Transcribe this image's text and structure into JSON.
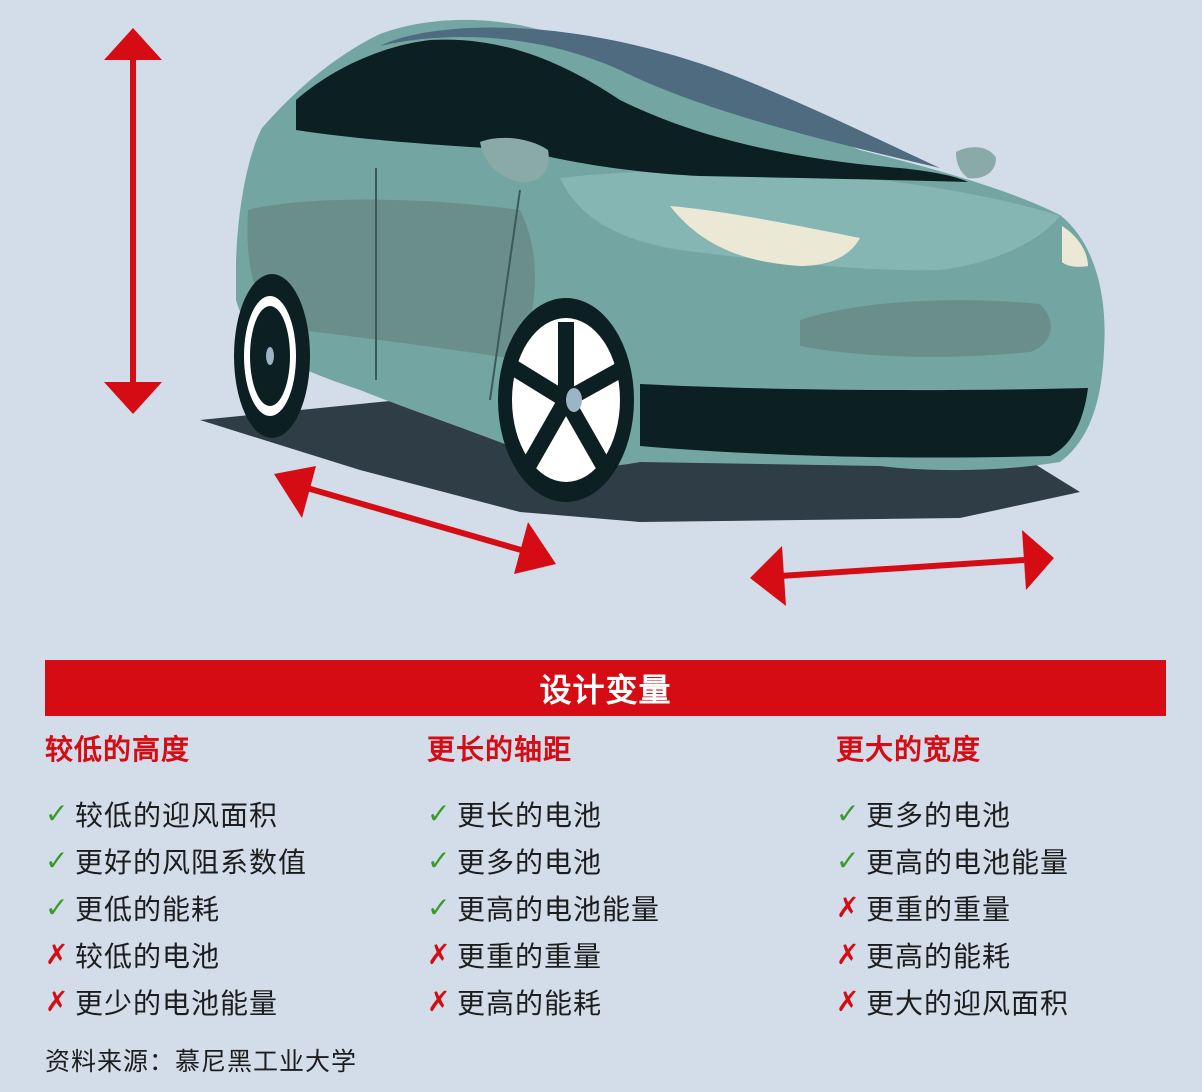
{
  "colors": {
    "background": "#d3dde9",
    "accent_red": "#d60c14",
    "check_green": "#3a9a2b",
    "cross_red": "#d60c14",
    "car_body": "#73a6a3",
    "car_dark": "#0c1f22"
  },
  "illustration": {
    "subject": "car-illustration",
    "arrows": [
      "height-arrow",
      "wheelbase-arrow",
      "width-arrow"
    ]
  },
  "banner": {
    "title": "设计变量"
  },
  "columns": [
    {
      "heading": "较低的高度",
      "items": [
        {
          "status": "pro",
          "icon": "check-icon",
          "symbol": "✓",
          "text": "较低的迎风面积"
        },
        {
          "status": "pro",
          "icon": "check-icon",
          "symbol": "✓",
          "text": "更好的风阻系数值"
        },
        {
          "status": "pro",
          "icon": "check-icon",
          "symbol": "✓",
          "text": "更低的能耗"
        },
        {
          "status": "con",
          "icon": "cross-icon",
          "symbol": "✗",
          "text": "较低的电池"
        },
        {
          "status": "con",
          "icon": "cross-icon",
          "symbol": "✗",
          "text": "更少的电池能量"
        }
      ]
    },
    {
      "heading": "更长的轴距",
      "items": [
        {
          "status": "pro",
          "icon": "check-icon",
          "symbol": "✓",
          "text": "更长的电池"
        },
        {
          "status": "pro",
          "icon": "check-icon",
          "symbol": "✓",
          "text": "更多的电池"
        },
        {
          "status": "pro",
          "icon": "check-icon",
          "symbol": "✓",
          "text": "更高的电池能量"
        },
        {
          "status": "con",
          "icon": "cross-icon",
          "symbol": "✗",
          "text": "更重的重量"
        },
        {
          "status": "con",
          "icon": "cross-icon",
          "symbol": "✗",
          "text": "更高的能耗"
        }
      ]
    },
    {
      "heading": "更大的宽度",
      "items": [
        {
          "status": "pro",
          "icon": "check-icon",
          "symbol": "✓",
          "text": "更多的电池"
        },
        {
          "status": "pro",
          "icon": "check-icon",
          "symbol": "✓",
          "text": "更高的电池能量"
        },
        {
          "status": "con",
          "icon": "cross-icon",
          "symbol": "✗",
          "text": "更重的重量"
        },
        {
          "status": "con",
          "icon": "cross-icon",
          "symbol": "✗",
          "text": "更高的能耗"
        },
        {
          "status": "con",
          "icon": "cross-icon",
          "symbol": "✗",
          "text": "更大的迎风面积"
        }
      ]
    }
  ],
  "source": {
    "text": "资料来源：慕尼黑工业大学"
  }
}
